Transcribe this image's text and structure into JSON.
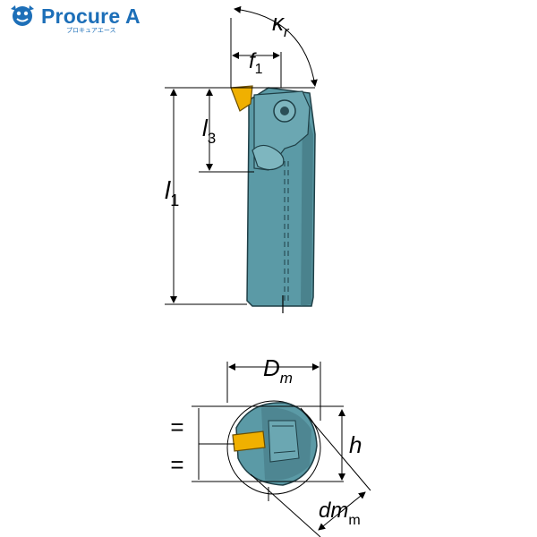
{
  "brand": {
    "name": "Procure A",
    "tagline": "プロキュアエース",
    "color": "#1d6fb8"
  },
  "labels": {
    "kr": "κ",
    "kr_sub": "r",
    "f1": "f",
    "f1_sub": "1",
    "l1": "l",
    "l1_sub": "1",
    "l3": "l",
    "l3_sub": "3",
    "Dm": "D",
    "Dm_sub": "m",
    "h": "h",
    "dmm": "dm",
    "dmm_sub": "m",
    "eq_top": "=",
    "eq_bottom": "="
  },
  "colors": {
    "body": "#5b9aa6",
    "body_dark": "#3d6f79",
    "insert": "#f0b000",
    "line": "#000000"
  }
}
